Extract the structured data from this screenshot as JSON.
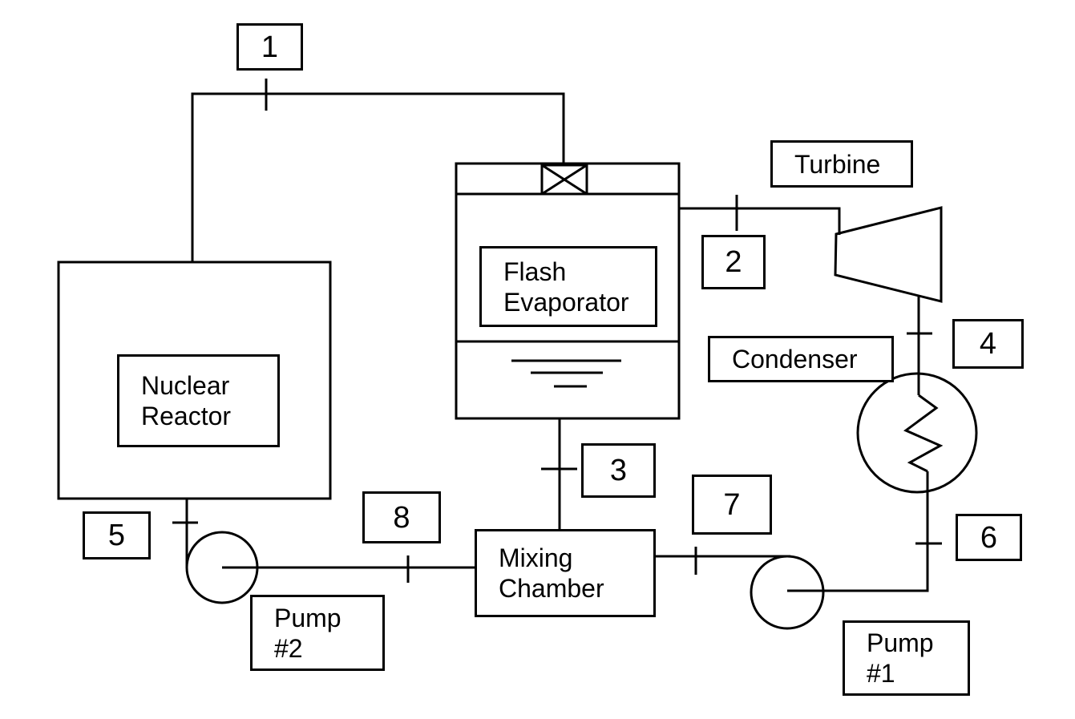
{
  "diagram": {
    "components": {
      "nuclear_reactor": "Nuclear\nReactor",
      "flash_evaporator": "Flash\nEvaporator",
      "turbine": "Turbine",
      "condenser": "Condenser",
      "mixing_chamber": "Mixing\nChamber",
      "pump_1": "Pump\n#1",
      "pump_2": "Pump\n#2"
    },
    "state_points": [
      "1",
      "2",
      "3",
      "4",
      "5",
      "6",
      "7",
      "8"
    ],
    "colors": {
      "line": "#000000",
      "background": "#ffffff",
      "text": "#000000"
    }
  }
}
